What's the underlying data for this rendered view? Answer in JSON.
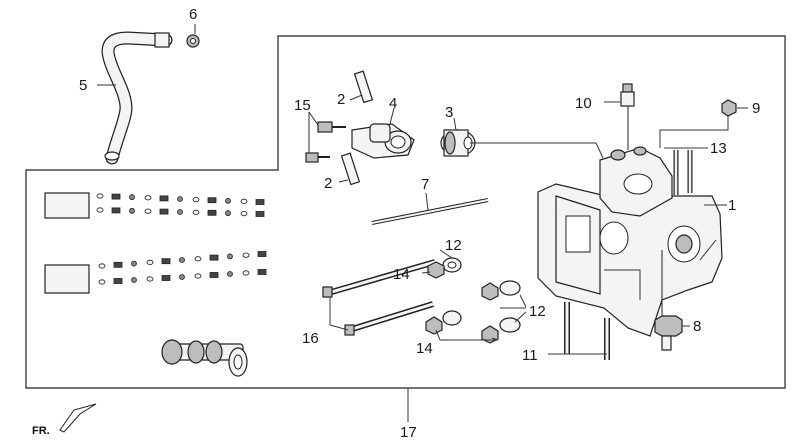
{
  "callouts": {
    "c1": "1",
    "c2a": "2",
    "c2b": "2",
    "c3": "3",
    "c4": "4",
    "c5": "5",
    "c6": "6",
    "c7": "7",
    "c8": "8",
    "c9": "9",
    "c10": "10",
    "c11": "11",
    "c12a": "12",
    "c12b": "12",
    "c13": "13",
    "c14a": "14",
    "c14b": "14",
    "c15": "15",
    "c16": "16",
    "c17": "17"
  },
  "orientation": {
    "label": "FR."
  },
  "colors": {
    "line": "#222222",
    "fill": "#f4f4f4",
    "shade": "#bdbdbd"
  }
}
